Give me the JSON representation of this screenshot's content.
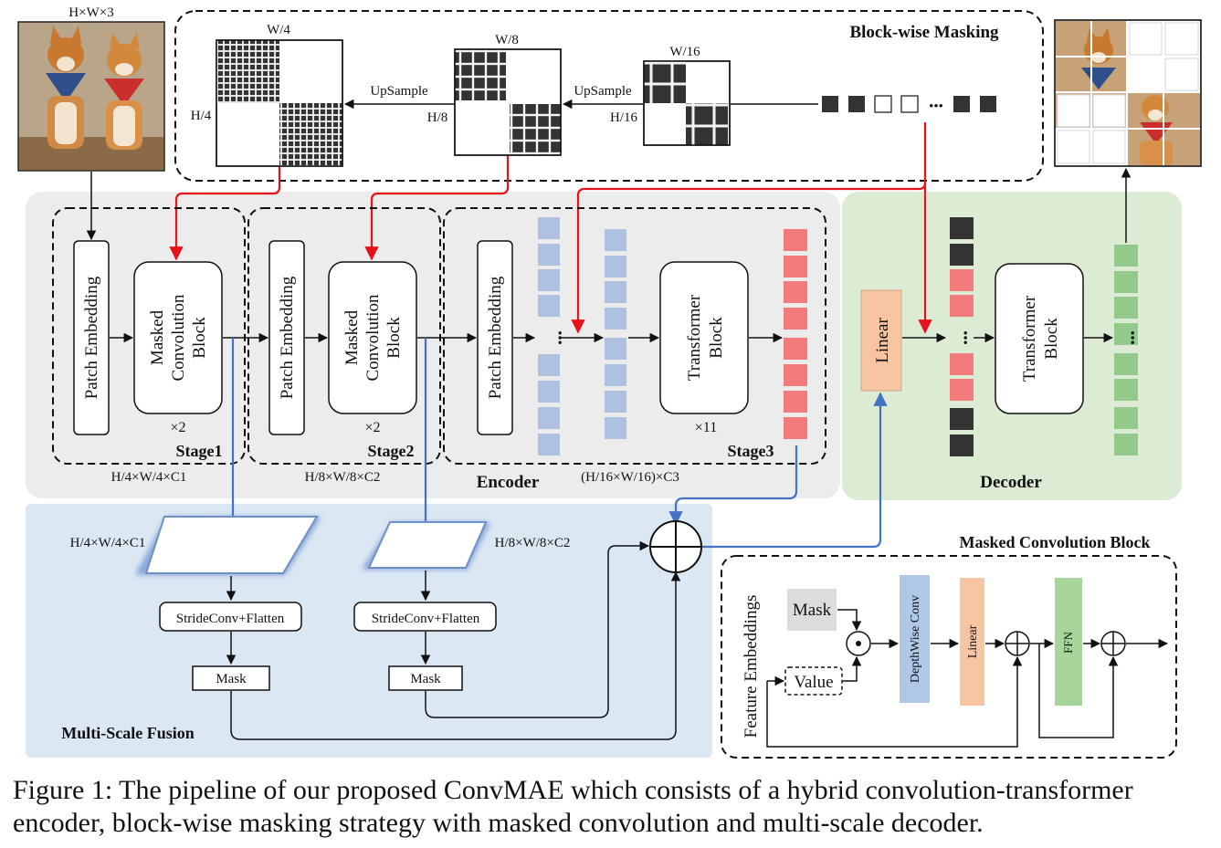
{
  "input_image": {
    "label": "H×W×3",
    "alt": "two shiba inu dogs wearing bandanas"
  },
  "output_image": {
    "alt": "reconstructed image patches"
  },
  "masking": {
    "title": "Block-wise Masking",
    "grid1": {
      "w_label": "W/4",
      "h_label": "H/4"
    },
    "grid2": {
      "w_label": "W/8",
      "h_label": "H/8"
    },
    "grid3": {
      "w_label": "W/16",
      "h_label": "H/16"
    },
    "upsample1": "UpSample",
    "upsample2": "UpSample",
    "tokens_ellipsis": "•••"
  },
  "encoder": {
    "title": "Encoder",
    "stage1": {
      "label": "Stage1",
      "patch": "Patch Embedding",
      "block": [
        "Masked",
        "Convolution",
        "Block"
      ],
      "repeat": "×2",
      "dims": "H/4×W/4×C1"
    },
    "stage2": {
      "label": "Stage2",
      "patch": "Patch Embedding",
      "block": [
        "Masked",
        "Convolution",
        "Block"
      ],
      "repeat": "×2",
      "dims": "H/8×W/8×C2"
    },
    "stage3": {
      "label": "Stage3",
      "patch": "Patch Embedding",
      "block": [
        "Transformer",
        "Block"
      ],
      "repeat": "×11",
      "dims": "(H/16×W/16)×C3"
    },
    "ellipsis": "•••"
  },
  "decoder": {
    "title": "Decoder",
    "linear": "Linear",
    "block": [
      "Transformer",
      "Block"
    ],
    "ellipsis": "•••"
  },
  "fusion": {
    "title": "Multi-Scale Fusion",
    "dims1": "H/4×W/4×C1",
    "dims2": "H/8×W/8×C2",
    "conv1": "StrideConv+Flatten",
    "conv2": "StrideConv+Flatten",
    "mask1": "Mask",
    "mask2": "Mask"
  },
  "mcb": {
    "title": "Masked Convolution Block",
    "input": "Feature Embeddings",
    "mask": "Mask",
    "value": "Value",
    "dwconv": "DepthWise Conv",
    "linear": "Linear",
    "ffn": "FFN"
  },
  "colors": {
    "red_arrow": "#e8101a",
    "blue_arrow": "#4472c4",
    "token_blue": "#aec1e0",
    "token_red": "#f47b7b",
    "token_green": "#93c98a",
    "linear_fill": "#f8c5a3",
    "encoder_bg": "#ececec",
    "decoder_bg": "#dcebd4",
    "fusion_bg": "#dbe7f3"
  },
  "caption": {
    "line1": "Figure 1: The pipeline of our proposed ConvMAE which consists of a hybrid convolution-transformer",
    "line2": "encoder, block-wise masking strategy with masked convolution and multi-scale decoder."
  }
}
